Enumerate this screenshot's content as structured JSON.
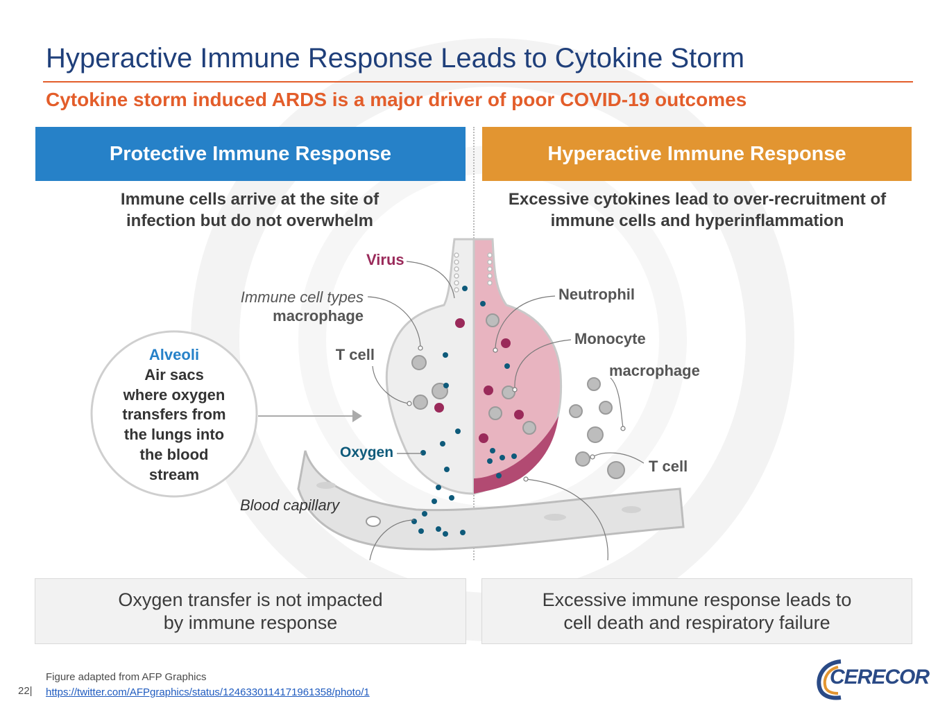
{
  "slide": {
    "title": "Hyperactive Immune Response Leads to Cytokine Storm",
    "subtitle": "Cytokine storm induced ARDS is a major driver of poor COVID-19 outcomes",
    "page_number": "22|"
  },
  "left_panel": {
    "header": "Protective Immune Response",
    "description_line1": "Immune cells arrive at the site of",
    "description_line2": "infection but do not overwhelm",
    "footer_line1": "Oxygen transfer is not impacted",
    "footer_line2": "by immune response"
  },
  "right_panel": {
    "header": "Hyperactive Immune Response",
    "description_line1": "Excessive cytokines lead to over-recruitment of",
    "description_line2": "immune cells and hyperinflammation",
    "footer_line1": "Excessive immune response leads to",
    "footer_line2": "cell death and respiratory failure"
  },
  "diagram_labels": {
    "virus": "Virus",
    "immune_cell_types": "Immune cell types",
    "macrophage_left": "macrophage",
    "t_cell_left": "T cell",
    "oxygen": "Oxygen",
    "blood_capillary": "Blood capillary",
    "neutrophil": "Neutrophil",
    "monocyte": "Monocyte",
    "macrophage_right": "macrophage",
    "t_cell_right": "T cell"
  },
  "alveoli_callout": {
    "title": "Alveoli",
    "line1": "Air sacs",
    "line2": "where oxygen",
    "line3": "transfers from",
    "line4": "the lungs into",
    "line5": "the blood",
    "line6": "stream"
  },
  "footer": {
    "source": "Figure adapted from AFP Graphics",
    "link": "https://twitter.com/AFPgraphics/status/1246330114171961358/photo/1",
    "logo_text": "CERECOR"
  },
  "colors": {
    "title": "#1f3f7a",
    "accent_orange": "#e35d2a",
    "protective_blue": "#2681c8",
    "hyperactive_orange": "#e29531",
    "virus": "#9a2a5a",
    "oxygen": "#0e5a7a",
    "alveoli_blue": "#2681c8"
  }
}
